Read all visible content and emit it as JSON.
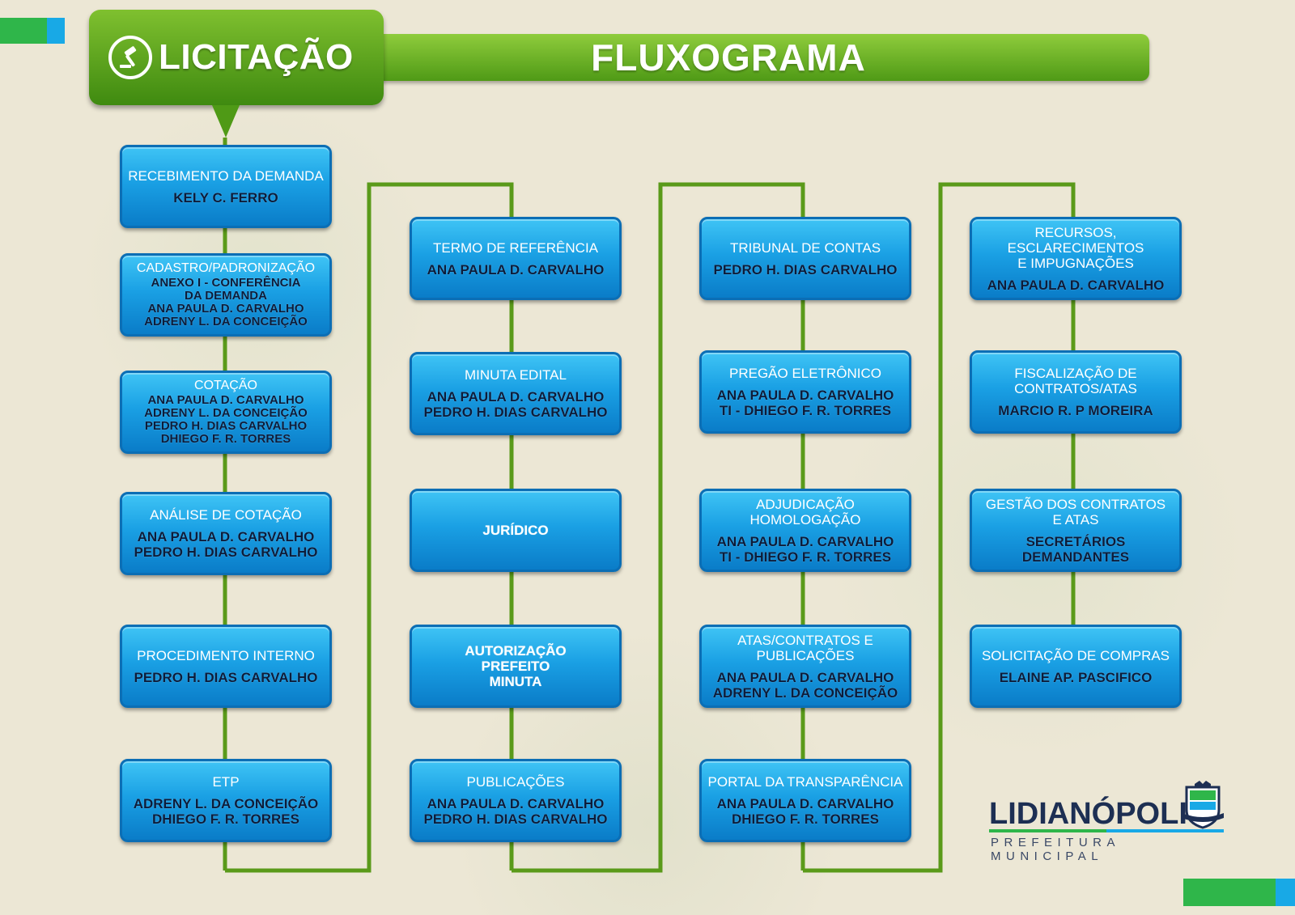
{
  "header": {
    "section_title": "LICITAÇÃO",
    "flow_title": "FLUXOGRAMA"
  },
  "colors": {
    "green_accent": "#5aa81e",
    "box_blue": "#1aa0e4",
    "box_border": "#0b6eb5",
    "connector": "#5a9a1a"
  },
  "icons": [
    "gavel-icon",
    "seal-icon"
  ],
  "columns": [
    {
      "steps": [
        {
          "title": [
            "RECEBIMENTO DA DEMANDA"
          ],
          "people": [
            "KELY C. FERRO"
          ]
        },
        {
          "title": [
            "CADASTRO/PADRONIZAÇÃO"
          ],
          "people": [
            "ANEXO I - CONFERÊNCIA",
            "DA DEMANDA",
            "ANA PAULA D. CARVALHO",
            "ADRENY L. DA CONCEIÇÃO"
          ]
        },
        {
          "title": [
            "COTAÇÃO"
          ],
          "people": [
            "ANA PAULA D. CARVALHO",
            "ADRENY L. DA CONCEIÇÃO",
            "PEDRO H. DIAS CARVALHO",
            "DHIEGO F. R. TORRES"
          ]
        },
        {
          "title": [
            "ANÁLISE DE COTAÇÃO"
          ],
          "people": [
            "ANA PAULA D. CARVALHO",
            "PEDRO H. DIAS CARVALHO"
          ]
        },
        {
          "title": [
            "PROCEDIMENTO INTERNO"
          ],
          "people": [
            "PEDRO H. DIAS CARVALHO"
          ]
        },
        {
          "title": [
            "ETP"
          ],
          "people": [
            "ADRENY L. DA CONCEIÇÃO",
            "DHIEGO F. R. TORRES"
          ]
        }
      ]
    },
    {
      "steps": [
        {
          "title": [
            "TERMO DE REFERÊNCIA"
          ],
          "people": [
            "ANA PAULA D. CARVALHO"
          ]
        },
        {
          "title": [
            "MINUTA EDITAL"
          ],
          "people": [
            "ANA PAULA D. CARVALHO",
            "PEDRO H. DIAS CARVALHO"
          ]
        },
        {
          "title": [],
          "people": [
            "JURÍDICO"
          ]
        },
        {
          "title": [],
          "people": [
            "AUTORIZAÇÃO",
            "PREFEITO",
            "MINUTA"
          ]
        },
        {
          "title": [
            "PUBLICAÇÕES"
          ],
          "people": [
            "ANA PAULA D. CARVALHO",
            "PEDRO H. DIAS CARVALHO"
          ]
        }
      ]
    },
    {
      "steps": [
        {
          "title": [
            "TRIBUNAL DE CONTAS"
          ],
          "people": [
            "PEDRO H. DIAS CARVALHO"
          ]
        },
        {
          "title": [
            "PREGÃO ELETRÔNICO"
          ],
          "people": [
            "ANA PAULA D. CARVALHO",
            "TI - DHIEGO F. R. TORRES"
          ]
        },
        {
          "title": [
            "ADJUDICAÇÃO",
            "HOMOLOGAÇÃO"
          ],
          "people": [
            "ANA PAULA D. CARVALHO",
            "TI - DHIEGO F. R. TORRES"
          ]
        },
        {
          "title": [
            "ATAS/CONTRATOS E",
            "PUBLICAÇÕES"
          ],
          "people": [
            "ANA PAULA D. CARVALHO",
            "ADRENY L. DA CONCEIÇÃO"
          ]
        },
        {
          "title": [
            "PORTAL DA TRANSPARÊNCIA"
          ],
          "people": [
            "ANA PAULA D. CARVALHO",
            "DHIEGO F. R. TORRES"
          ]
        }
      ]
    },
    {
      "steps": [
        {
          "title": [
            "RECURSOS, ESCLARECIMENTOS",
            "E IMPUGNAÇÕES"
          ],
          "people": [
            "ANA PAULA D. CARVALHO"
          ]
        },
        {
          "title": [
            "FISCALIZAÇÃO DE",
            "CONTRATOS/ATAS"
          ],
          "people": [
            "MARCIO  R. P MOREIRA"
          ]
        },
        {
          "title": [
            "GESTÃO DOS CONTRATOS",
            "E ATAS"
          ],
          "people": [
            "SECRETÁRIOS",
            "DEMANDANTES"
          ]
        },
        {
          "title": [
            "SOLICITAÇÃO DE COMPRAS"
          ],
          "people": [
            "ELAINE AP. PASCIFICO"
          ]
        }
      ]
    }
  ],
  "logo": {
    "name": "LIDIANÓPOLIS",
    "subtitle": "PREFEITURA MUNICIPAL"
  }
}
